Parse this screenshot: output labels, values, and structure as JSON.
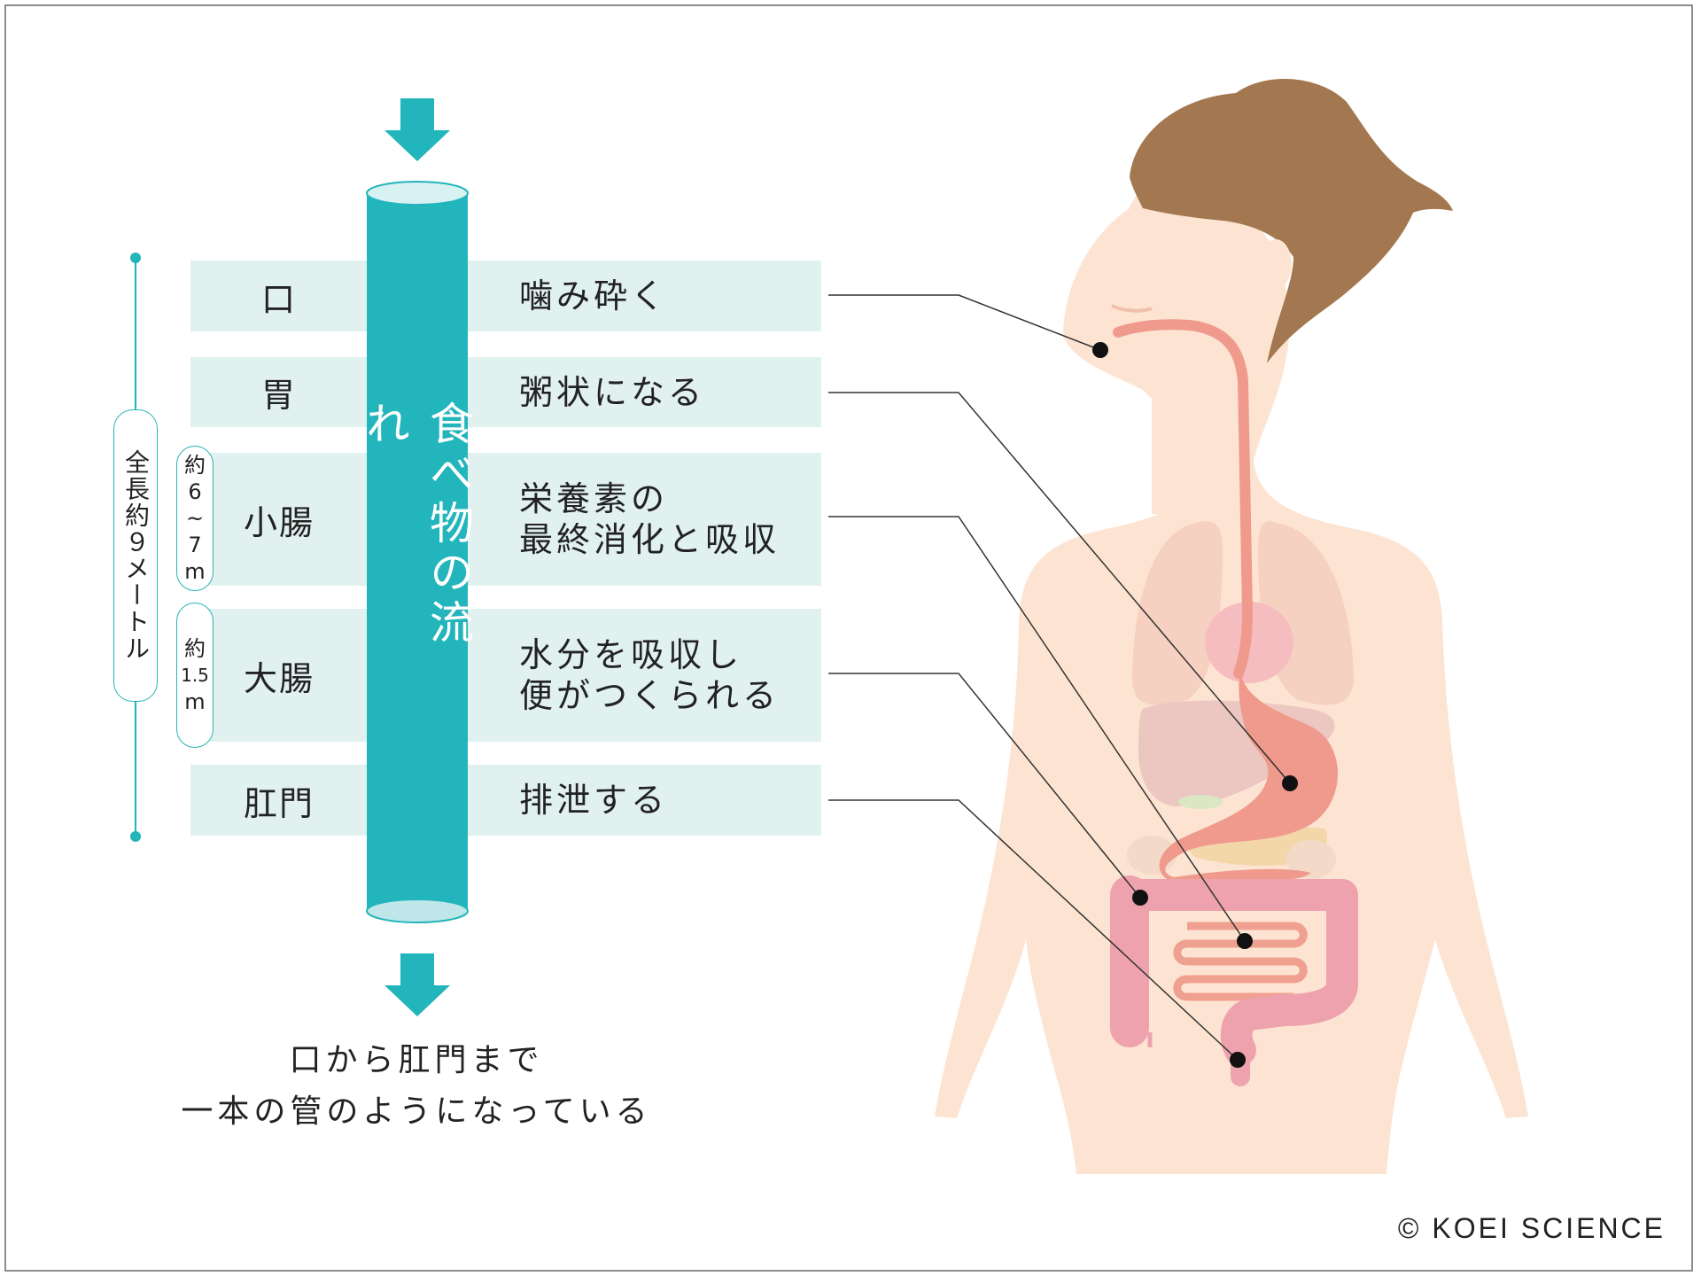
{
  "rows": [
    {
      "organ": "口",
      "description": [
        "噛み砕く"
      ]
    },
    {
      "organ": "胃",
      "description": [
        "粥状になる"
      ]
    },
    {
      "organ": "小腸",
      "description": [
        "栄養素の",
        "最終消化と吸収"
      ]
    },
    {
      "organ": "大腸",
      "description": [
        "水分を吸収し",
        "便がつくられる"
      ]
    },
    {
      "organ": "肛門",
      "description": [
        "排泄する"
      ]
    }
  ],
  "tube_label": "食べ物の流れ",
  "total_length_label": "全長約９メートル",
  "small_intestine_length": [
    "約",
    "6",
    "~",
    "7",
    "m"
  ],
  "large_intestine_length": [
    "約",
    "1.5",
    "m"
  ],
  "caption": [
    "口から肛門まで",
    "一本の管のようになっている"
  ],
  "copyright": "© KOEI SCIENCE",
  "colors": {
    "accent": "#22b5bb",
    "band": "#e1f1f0",
    "skin": "#fde4d2",
    "hair": "#a37850",
    "digestive": "#ef9a8c",
    "colon": "#eea2ae"
  }
}
